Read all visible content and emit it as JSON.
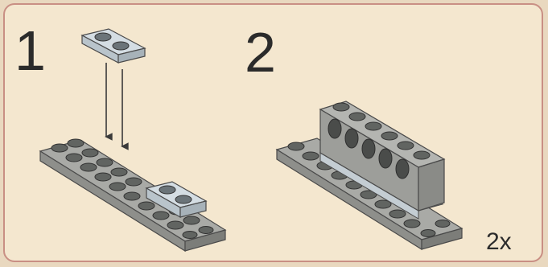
{
  "steps": [
    {
      "number": "1"
    },
    {
      "number": "2"
    }
  ],
  "quantity_label": "2x"
}
